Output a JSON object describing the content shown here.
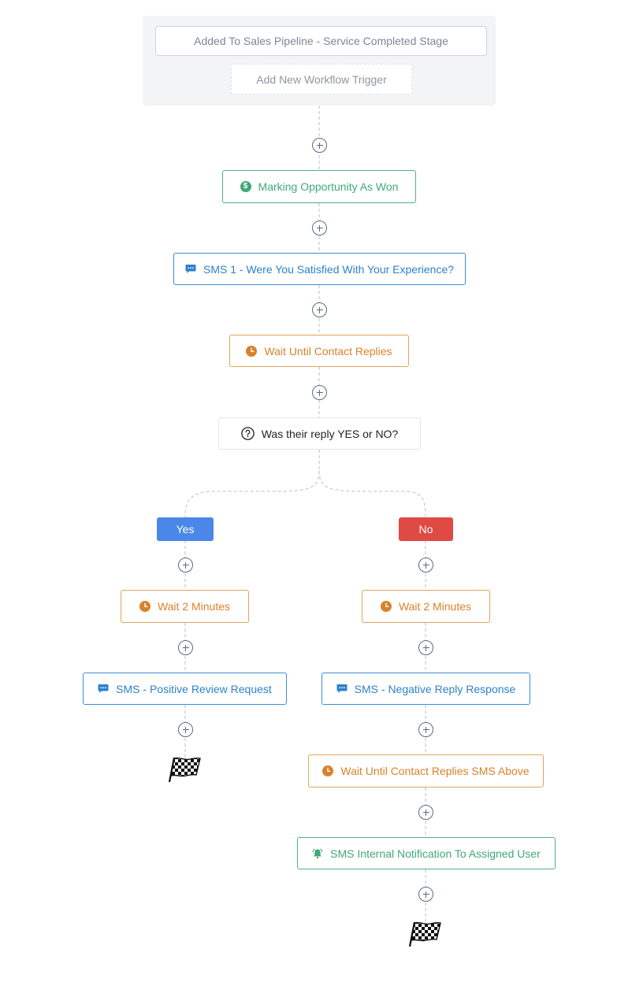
{
  "trigger": {
    "label": "Added To Sales Pipeline - Service Completed Stage",
    "add_trigger_label": "Add New Workflow Trigger"
  },
  "steps": {
    "marking_won": {
      "label": "Marking Opportunity As Won",
      "icon": "dollar-icon"
    },
    "sms1": {
      "label": "SMS 1 - Were You Satisfied With Your Experience?",
      "icon": "chat-icon"
    },
    "wait_replies": {
      "label": "Wait Until Contact Replies",
      "icon": "clock-icon"
    },
    "condition": {
      "label": "Was their reply YES or NO?",
      "icon": "question-icon"
    }
  },
  "branches": {
    "yes": {
      "label": "Yes",
      "wait": "Wait 2 Minutes",
      "sms": "SMS - Positive Review Request"
    },
    "no": {
      "label": "No",
      "wait": "Wait 2 Minutes",
      "sms": "SMS - Negative Reply Response",
      "wait_replies": "Wait Until Contact Replies SMS Above",
      "notification": "SMS Internal Notification To Assigned User"
    }
  },
  "colors": {
    "action_green": "#41a877",
    "sms_blue": "#2f81cc",
    "wait_orange": "#d8832b",
    "yes_blue": "#4a87e8",
    "no_red": "#e04a45",
    "connector": "#c9cdd2"
  },
  "icons": [
    "plus-circle-icon",
    "dollar-icon",
    "chat-icon",
    "clock-icon",
    "question-icon",
    "bell-icon",
    "finish-flag-icon"
  ]
}
